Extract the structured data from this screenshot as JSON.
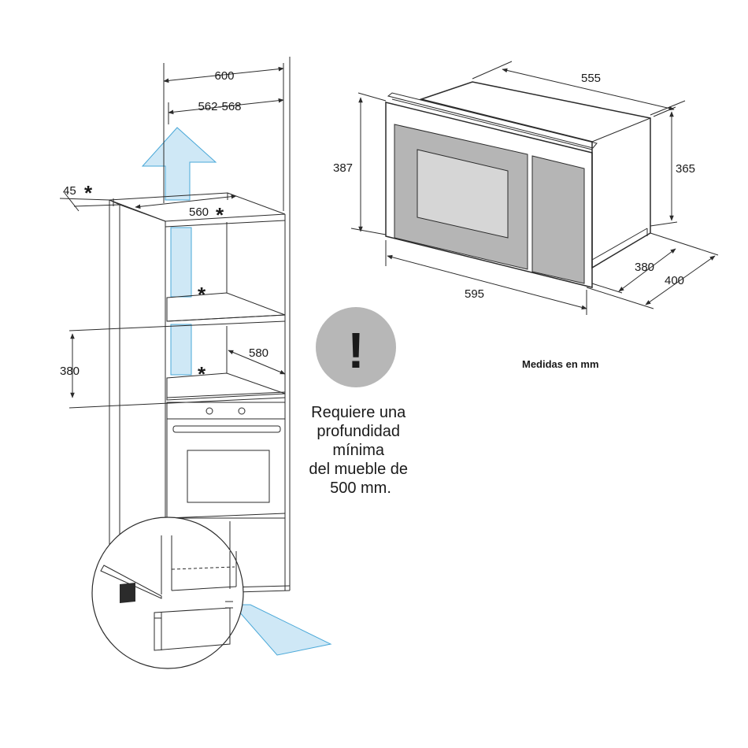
{
  "cabinet": {
    "width_outer": "600",
    "width_inner": "562-568",
    "depth_offset": "45",
    "opening_width": "560",
    "niche_height": "380",
    "niche_depth": "580",
    "asterisk": "*"
  },
  "microwave": {
    "depth": "555",
    "height_front": "387",
    "height_body": "365",
    "width": "595",
    "body_depth": "380",
    "total_depth": "400"
  },
  "units_note": "Medidas en mm",
  "warning": {
    "mark": "!",
    "lines": [
      "Requiere una",
      "profundidad",
      "mínima",
      "del mueble de",
      "500 mm."
    ]
  },
  "colors": {
    "warning_circle": "#b7b7b7",
    "air_fill": "#cfe8f6",
    "air_stroke": "#4aa8d8",
    "door_glass": "#b5b5b5",
    "window": "#d6d6d6"
  }
}
